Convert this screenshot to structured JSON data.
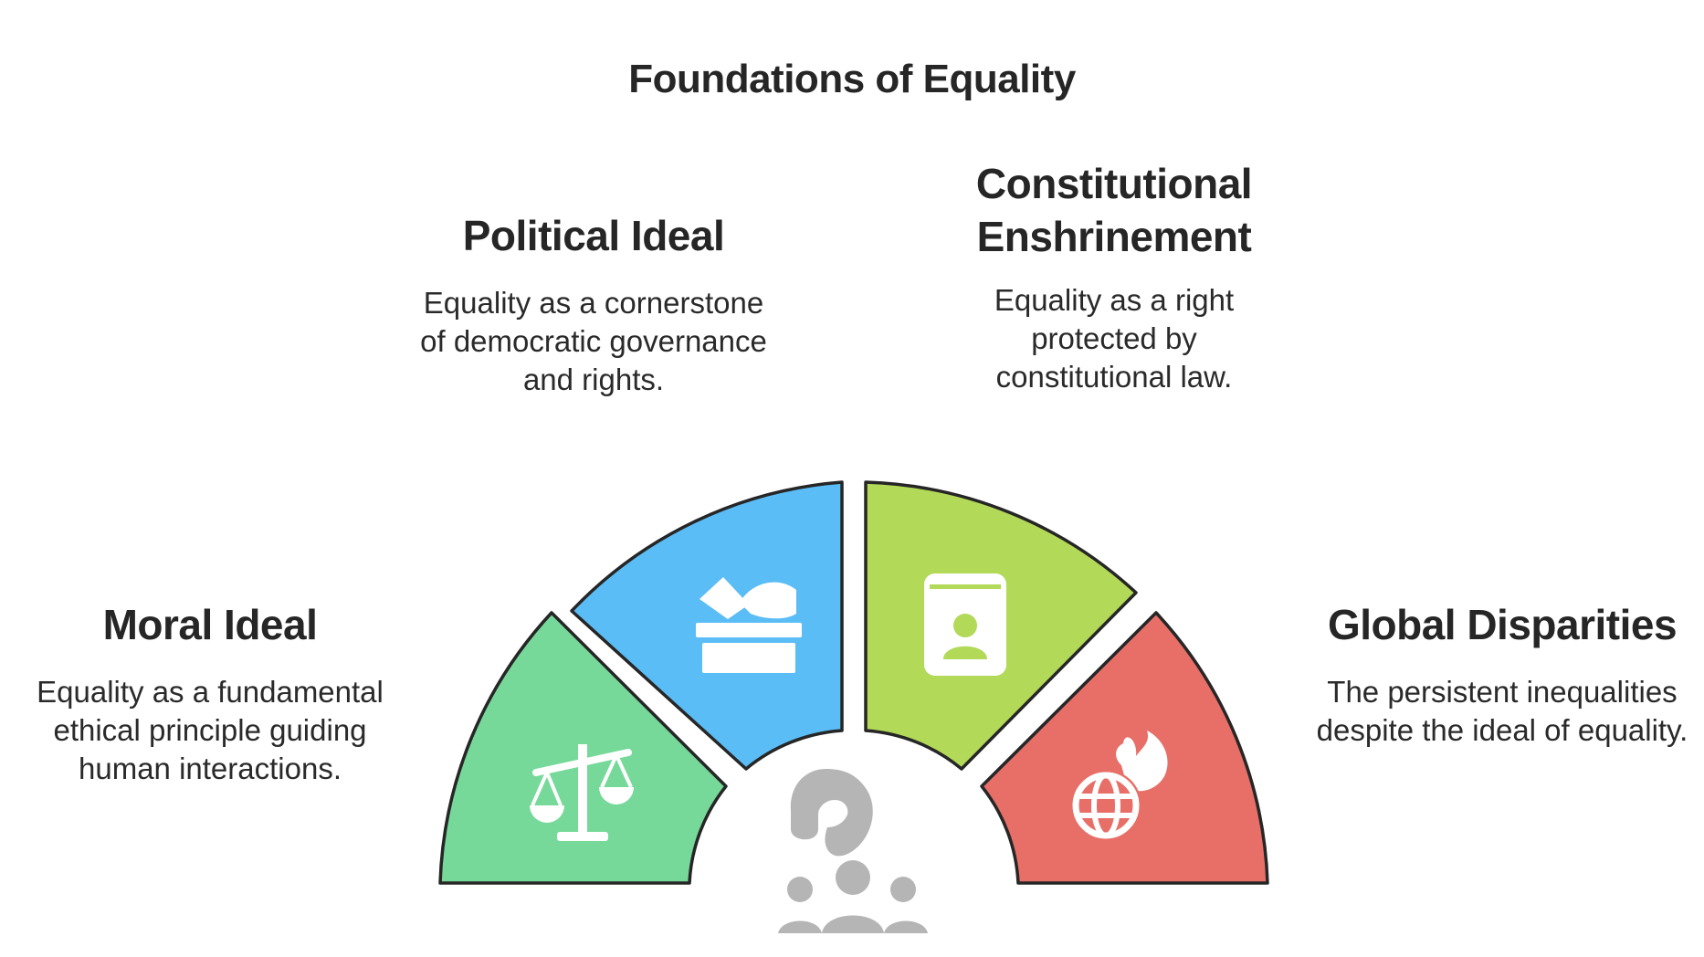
{
  "title": "Foundations of Equality",
  "segments": [
    {
      "id": "moral",
      "heading": "Moral Ideal",
      "description": "Equality as a fundamental ethical principle guiding human interactions.",
      "color": "#76D99A",
      "icon": "scales-icon"
    },
    {
      "id": "political",
      "heading": "Political Ideal",
      "description": "Equality as a cornerstone of democratic governance and rights.",
      "color": "#5BBDF5",
      "icon": "ballot-box-icon"
    },
    {
      "id": "constitutional",
      "heading": "Constitutional Enshrinement",
      "description": "Equality as a right protected by constitutional law.",
      "color": "#B2D957",
      "icon": "constitution-book-icon"
    },
    {
      "id": "global",
      "heading": "Global Disparities",
      "description": "The persistent inequalities despite the ideal of equality.",
      "color": "#E76F68",
      "icon": "burning-globe-icon"
    }
  ],
  "center_icon": "people-question-icon",
  "colors": {
    "outline": "#262626",
    "icon_fill": "#ffffff",
    "center_icon": "#b5b5b5"
  }
}
